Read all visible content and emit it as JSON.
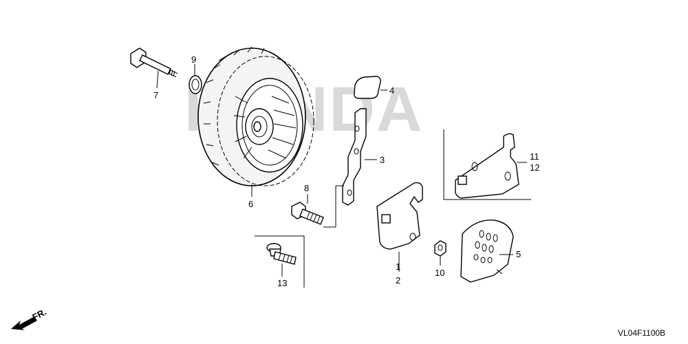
{
  "watermark": "HONDA",
  "diagram_code": "VL04F1100B",
  "front_label": "FR.",
  "callouts": {
    "c1": "1",
    "c2": "2",
    "c3": "3",
    "c4": "4",
    "c5": "5",
    "c6": "6",
    "c7": "7",
    "c8": "8",
    "c9": "9",
    "c10": "10",
    "c11": "11",
    "c12": "12",
    "c13": "13"
  }
}
